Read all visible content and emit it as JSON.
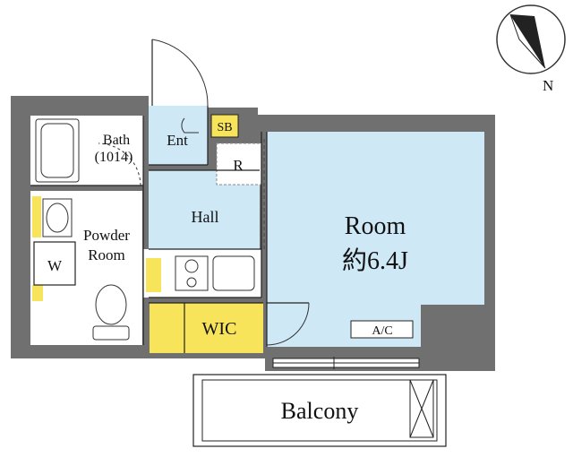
{
  "compass": {
    "north_label": "N"
  },
  "rooms": {
    "bath": {
      "name": "Bath",
      "size": "(1014)"
    },
    "entrance": {
      "name": "Ent"
    },
    "shoe_box": {
      "name": "SB"
    },
    "refrigerator": {
      "name": "R"
    },
    "hall": {
      "name": "Hall"
    },
    "powder_room": {
      "line1": "Powder",
      "line2": "Room"
    },
    "washer": {
      "name": "W"
    },
    "walk_in_closet": {
      "name": "WIC"
    },
    "main_room": {
      "name": "Room",
      "size": "約6.4J"
    },
    "air_conditioner": {
      "name": "A/C"
    },
    "balcony": {
      "name": "Balcony"
    }
  },
  "colors": {
    "wall": "#707070",
    "room_fill": "#cfe8f6",
    "closet_fill": "#f7e45a",
    "line": "#222222",
    "background": "#ffffff"
  }
}
